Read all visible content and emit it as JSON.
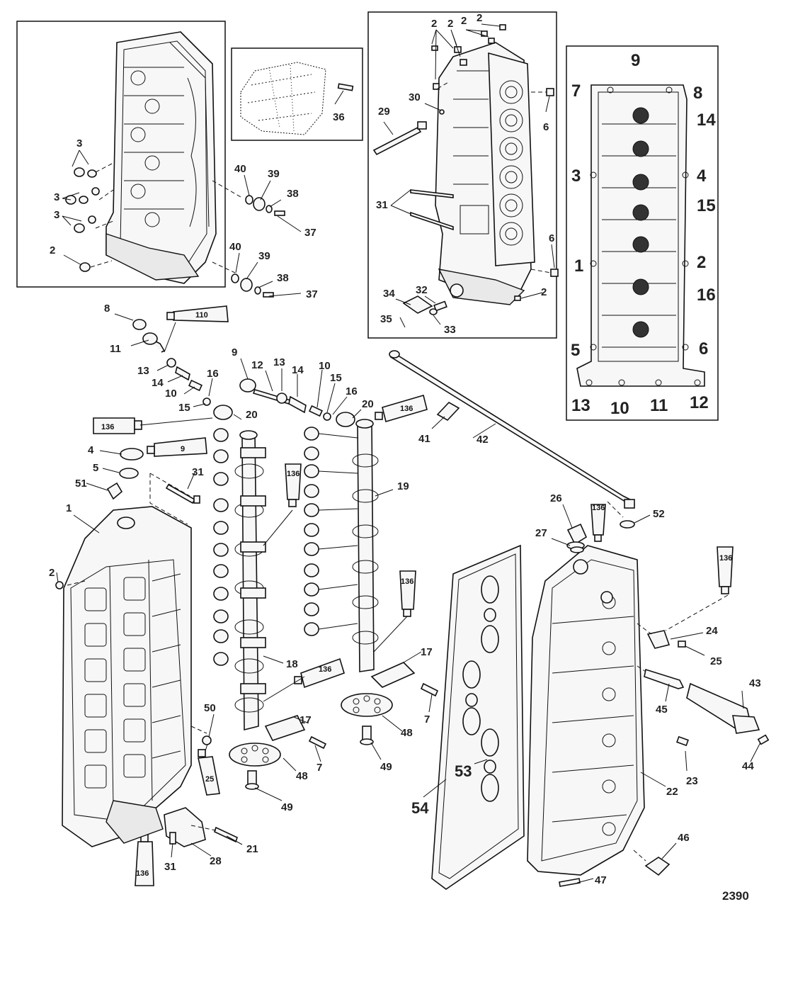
{
  "figure_number": "2390",
  "part_callouts": {
    "inset_left": [
      "3",
      "3",
      "3",
      "2",
      "40",
      "39",
      "38",
      "37",
      "40",
      "39",
      "38",
      "37"
    ],
    "inset_engine": [
      "36"
    ],
    "inset_center": [
      "2",
      "2",
      "2",
      "2",
      "30",
      "29",
      "6",
      "31",
      "6",
      "34",
      "32",
      "35",
      "33",
      "2"
    ],
    "inset_cover": [
      "9",
      "7",
      "8",
      "14",
      "3",
      "4",
      "15",
      "1",
      "2",
      "16",
      "5",
      "6",
      "13",
      "10",
      "11",
      "12"
    ],
    "valvetrain": [
      "8",
      "11",
      "13",
      "14",
      "10",
      "15",
      "16",
      "9",
      "12",
      "13",
      "14",
      "10",
      "15",
      "16",
      "20",
      "20",
      "4",
      "5",
      "51",
      "31",
      "1",
      "2"
    ],
    "camshafts": [
      "19",
      "18",
      "17",
      "7",
      "17",
      "7",
      "48",
      "48",
      "49",
      "49",
      "41",
      "42"
    ],
    "lower": [
      "50",
      "31",
      "28",
      "21",
      "53",
      "54",
      "26",
      "27",
      "52",
      "24",
      "25",
      "43",
      "45",
      "44",
      "23",
      "22",
      "46",
      "47"
    ]
  },
  "sealant_tubes": [
    "110",
    "136",
    "9",
    "136",
    "136",
    "136",
    "25",
    "136",
    "136",
    "136",
    "136"
  ]
}
